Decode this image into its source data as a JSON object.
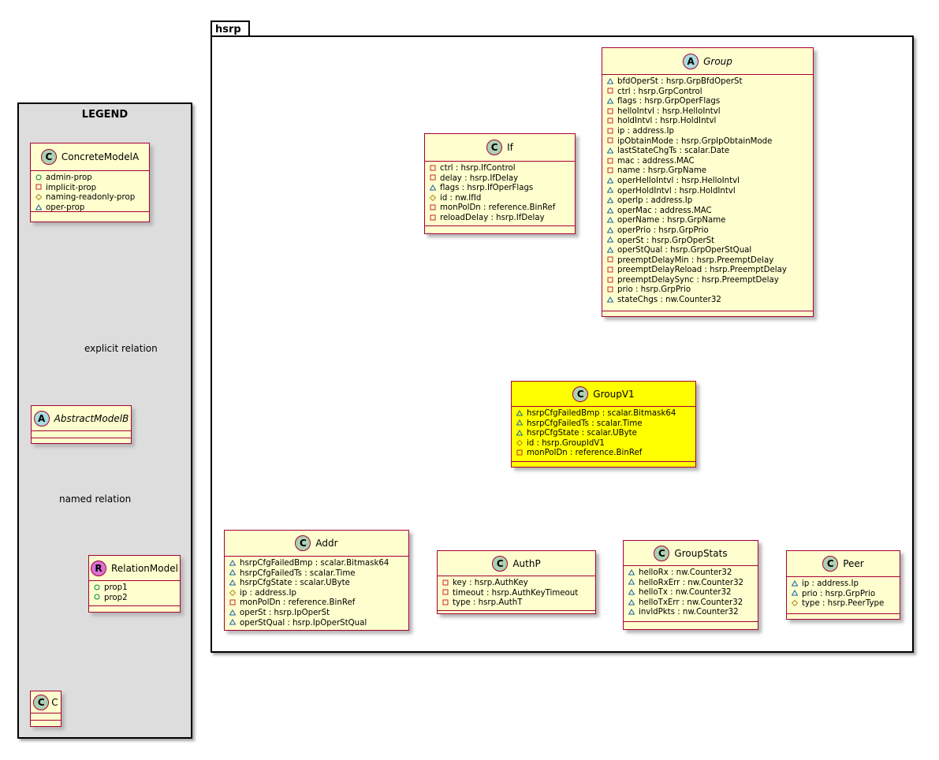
{
  "legend": {
    "title": "LEGEND",
    "classes": {
      "concrete": {
        "name": "ConcreteModelA",
        "stereotype": "C",
        "color": "#add1b2",
        "fields": [
          {
            "vis": "+",
            "text": "admin-prop"
          },
          {
            "vis": "-",
            "text": "implicit-prop"
          },
          {
            "vis": "#",
            "text": "naming-readonly-prop"
          },
          {
            "vis": "~",
            "text": "oper-prop"
          }
        ]
      },
      "abstract": {
        "name": "AbstractModelB",
        "stereotype": "A",
        "color": "#a9dcdf"
      },
      "relation": {
        "name": "RelationModel",
        "stereotype": "R",
        "color": "#da70d6",
        "fields": [
          {
            "vis": "+",
            "text": "prop1"
          },
          {
            "vis": "+",
            "text": "prop2"
          }
        ]
      },
      "c": {
        "name": "C",
        "stereotype": "C",
        "color": "#add1b2"
      }
    },
    "labels": {
      "explicit": "explicit relation",
      "named": "named relation"
    }
  },
  "package": {
    "name": "hsrp"
  },
  "classes": {
    "group": {
      "name": "Group",
      "stereotype": "A",
      "color": "#a9dcdf",
      "fields": [
        {
          "vis": "~",
          "text": "bfdOperSt : hsrp.GrpBfdOperSt"
        },
        {
          "vis": "-",
          "text": "ctrl : hsrp.GrpControl"
        },
        {
          "vis": "~",
          "text": "flags : hsrp.GrpOperFlags"
        },
        {
          "vis": "-",
          "text": "helloIntvl : hsrp.HelloIntvl"
        },
        {
          "vis": "-",
          "text": "holdIntvl : hsrp.HoldIntvl"
        },
        {
          "vis": "-",
          "text": "ip : address.Ip"
        },
        {
          "vis": "-",
          "text": "ipObtainMode : hsrp.GrpIpObtainMode"
        },
        {
          "vis": "~",
          "text": "lastStateChgTs : scalar.Date"
        },
        {
          "vis": "-",
          "text": "mac : address.MAC"
        },
        {
          "vis": "-",
          "text": "name : hsrp.GrpName"
        },
        {
          "vis": "~",
          "text": "operHelloIntvl : hsrp.HelloIntvl"
        },
        {
          "vis": "~",
          "text": "operHoldIntvl : hsrp.HoldIntvl"
        },
        {
          "vis": "~",
          "text": "operIp : address.Ip"
        },
        {
          "vis": "~",
          "text": "operMac : address.MAC"
        },
        {
          "vis": "~",
          "text": "operName : hsrp.GrpName"
        },
        {
          "vis": "~",
          "text": "operPrio : hsrp.GrpPrio"
        },
        {
          "vis": "~",
          "text": "operSt : hsrp.GrpOperSt"
        },
        {
          "vis": "~",
          "text": "operStQual : hsrp.GrpOperStQual"
        },
        {
          "vis": "-",
          "text": "preemptDelayMin : hsrp.PreemptDelay"
        },
        {
          "vis": "-",
          "text": "preemptDelayReload : hsrp.PreemptDelay"
        },
        {
          "vis": "-",
          "text": "preemptDelaySync : hsrp.PreemptDelay"
        },
        {
          "vis": "-",
          "text": "prio : hsrp.GrpPrio"
        },
        {
          "vis": "~",
          "text": "stateChgs : nw.Counter32"
        }
      ]
    },
    "if": {
      "name": "If",
      "stereotype": "C",
      "color": "#add1b2",
      "fields": [
        {
          "vis": "-",
          "text": "ctrl : hsrp.IfControl"
        },
        {
          "vis": "-",
          "text": "delay : hsrp.IfDelay"
        },
        {
          "vis": "~",
          "text": "flags : hsrp.IfOperFlags"
        },
        {
          "vis": "#",
          "text": "id : nw.IfId"
        },
        {
          "vis": "-",
          "text": "monPolDn : reference.BinRef"
        },
        {
          "vis": "-",
          "text": "reloadDelay : hsrp.IfDelay"
        }
      ]
    },
    "groupv1": {
      "name": "GroupV1",
      "stereotype": "C",
      "color": "#add1b2",
      "highlight": "#ffff00",
      "fields": [
        {
          "vis": "~",
          "text": "hsrpCfgFailedBmp : scalar.Bitmask64"
        },
        {
          "vis": "~",
          "text": "hsrpCfgFailedTs : scalar.Time"
        },
        {
          "vis": "~",
          "text": "hsrpCfgState : scalar.UByte"
        },
        {
          "vis": "#",
          "text": "id : hsrp.GroupIdV1"
        },
        {
          "vis": "-",
          "text": "monPolDn : reference.BinRef"
        }
      ]
    },
    "addr": {
      "name": "Addr",
      "stereotype": "C",
      "color": "#add1b2",
      "fields": [
        {
          "vis": "~",
          "text": "hsrpCfgFailedBmp : scalar.Bitmask64"
        },
        {
          "vis": "~",
          "text": "hsrpCfgFailedTs : scalar.Time"
        },
        {
          "vis": "~",
          "text": "hsrpCfgState : scalar.UByte"
        },
        {
          "vis": "#",
          "text": "ip : address.Ip"
        },
        {
          "vis": "-",
          "text": "monPolDn : reference.BinRef"
        },
        {
          "vis": "~",
          "text": "operSt : hsrp.IpOperSt"
        },
        {
          "vis": "~",
          "text": "operStQual : hsrp.IpOperStQual"
        }
      ]
    },
    "authp": {
      "name": "AuthP",
      "stereotype": "C",
      "color": "#add1b2",
      "fields": [
        {
          "vis": "-",
          "text": "key : hsrp.AuthKey"
        },
        {
          "vis": "-",
          "text": "timeout : hsrp.AuthKeyTimeout"
        },
        {
          "vis": "-",
          "text": "type : hsrp.AuthT"
        }
      ]
    },
    "groupstats": {
      "name": "GroupStats",
      "stereotype": "C",
      "color": "#add1b2",
      "fields": [
        {
          "vis": "~",
          "text": "helloRx : nw.Counter32"
        },
        {
          "vis": "~",
          "text": "helloRxErr : nw.Counter32"
        },
        {
          "vis": "~",
          "text": "helloTx : nw.Counter32"
        },
        {
          "vis": "~",
          "text": "helloTxErr : nw.Counter32"
        },
        {
          "vis": "~",
          "text": "invldPkts : nw.Counter32"
        }
      ]
    },
    "peer": {
      "name": "Peer",
      "stereotype": "C",
      "color": "#add1b2",
      "fields": [
        {
          "vis": "~",
          "text": "ip : address.Ip"
        },
        {
          "vis": "~",
          "text": "prio : hsrp.GrpPrio"
        },
        {
          "vis": "#",
          "text": "type : hsrp.PeerType"
        }
      ]
    }
  },
  "colors": {
    "border": "#a80036",
    "classFill": "#fefece",
    "legendFill": "#dddddd"
  }
}
